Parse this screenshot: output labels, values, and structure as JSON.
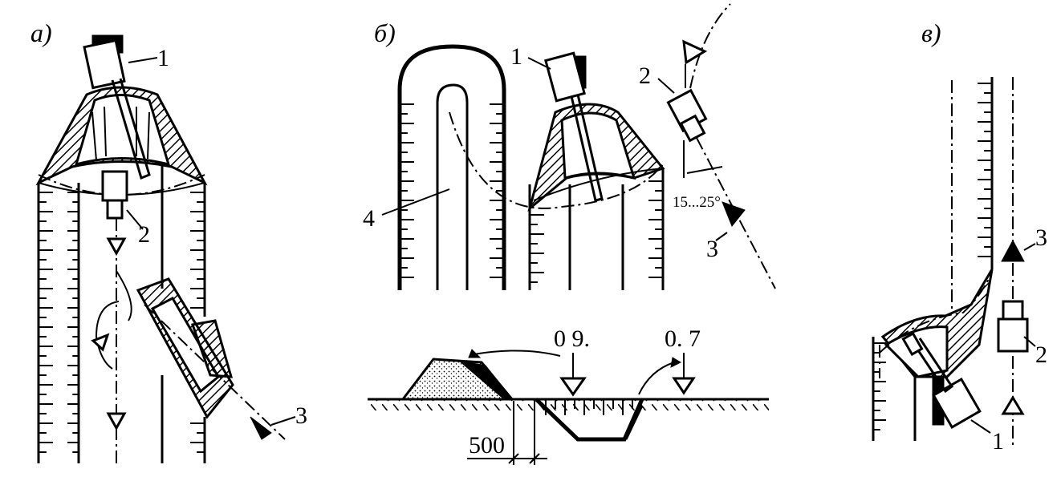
{
  "panels": {
    "a": {
      "letter": "а)",
      "labels": [
        "1",
        "2",
        "3"
      ]
    },
    "b": {
      "letter": "б)",
      "labels": [
        "1",
        "2",
        "3",
        "4"
      ],
      "angle": "15...25°",
      "section": {
        "level_left": "0 9.",
        "level_right": "0. 7",
        "dimension": "500"
      }
    },
    "c": {
      "letter": "в)",
      "labels": [
        "3",
        "2",
        "1"
      ]
    }
  }
}
